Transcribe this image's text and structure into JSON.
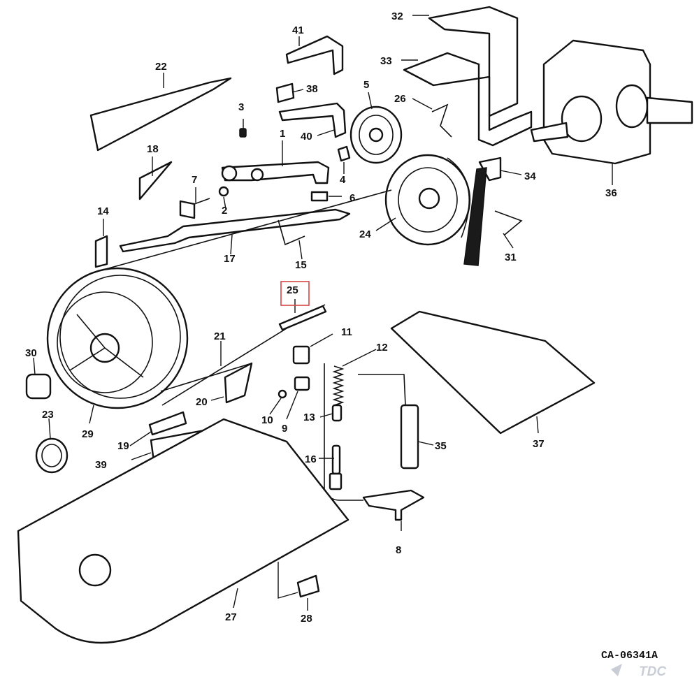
{
  "diagram": {
    "drawing_number": "CA-06341A",
    "watermark": "TDC",
    "highlighted_callout": "25",
    "callouts": [
      "1",
      "2",
      "3",
      "4",
      "5",
      "6",
      "7",
      "8",
      "9",
      "10",
      "11",
      "12",
      "13",
      "14",
      "15",
      "16",
      "17",
      "18",
      "19",
      "20",
      "21",
      "22",
      "23",
      "24",
      "25",
      "26",
      "27",
      "28",
      "29",
      "30",
      "31",
      "32",
      "33",
      "34",
      "35",
      "36",
      "37",
      "38",
      "39",
      "40",
      "41"
    ]
  }
}
